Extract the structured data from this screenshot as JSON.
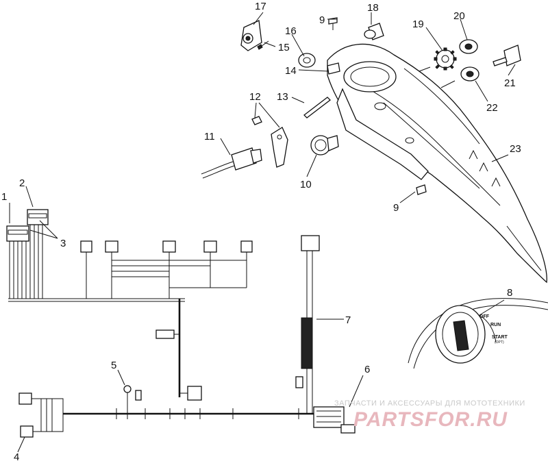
{
  "callouts": {
    "c1": "1",
    "c2": "2",
    "c3": "3",
    "c4": "4",
    "c5": "5",
    "c6": "6",
    "c7": "7",
    "c8": "8",
    "c9a": "9",
    "c9b": "9",
    "c10": "10",
    "c11": "11",
    "c12": "12",
    "c13": "13",
    "c14": "14",
    "c15": "15",
    "c16": "16",
    "c17": "17",
    "c18": "18",
    "c19": "19",
    "c20": "20",
    "c21": "21",
    "c22": "22",
    "c23": "23"
  },
  "ignition_switch": {
    "off": "OFF",
    "run": "RUN",
    "start": "START",
    "start_sub": "(OPT)"
  },
  "watermark": {
    "tagline": "ЗАПЧАСТИ И АКСЕССУАРЫ ДЛЯ МОТОТЕХНИКИ",
    "logo": "PARTSFOR.RU"
  }
}
